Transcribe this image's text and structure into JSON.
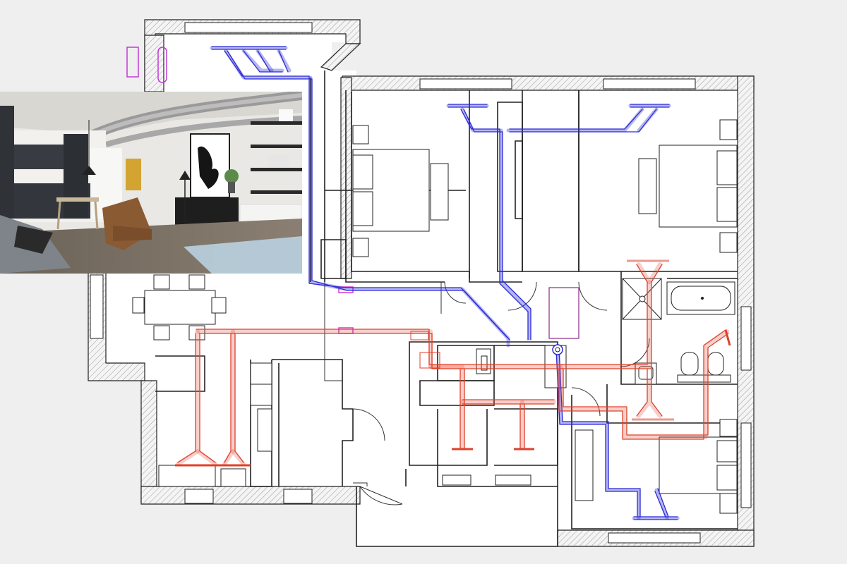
{
  "colors": {
    "background": "#efefef",
    "floor": "#ffffff",
    "wall_line": "#222222",
    "supply_duct": "#2b2bd6",
    "exhaust_duct": "#e0402a",
    "exhaust_duct_light": "#f08a7a",
    "unit_magenta": "#c23ad6"
  },
  "legend": {
    "supply": "supply-air-ducts",
    "exhaust": "extract-air-ducts"
  },
  "photo_inset": {
    "subject": "living-room-interior-render"
  }
}
